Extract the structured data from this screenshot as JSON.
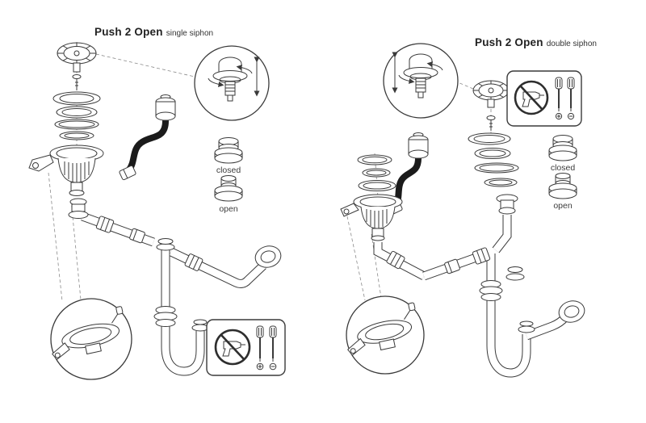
{
  "app": {
    "type": "product-assembly-diagram",
    "background": "#ffffff"
  },
  "panels": {
    "left": {
      "title": "Push 2 Open",
      "subtitle": "single siphon",
      "button_states": {
        "closed": "closed",
        "open": "open"
      }
    },
    "right": {
      "title": "Push 2 Open",
      "subtitle": "double siphon",
      "button_states": {
        "closed": "closed",
        "open": "open"
      }
    }
  },
  "icons": {
    "no_drill": "no-power-drill-prohibition-icon",
    "screwdriver_phillips": "phillips-screwdriver-icon",
    "screwdriver_flat": "flat-screwdriver-icon",
    "push_button": "push-button-mechanism-icon",
    "rotation_arrows": "rotate-arrows-icon",
    "press_arrow": "press-direction-arrow-icon",
    "magnified_views": "detail-inset-circle"
  },
  "colors": {
    "line": "#3a3a3a",
    "hose": "#1b1b1b",
    "text": "#222222",
    "label": "#444444"
  }
}
